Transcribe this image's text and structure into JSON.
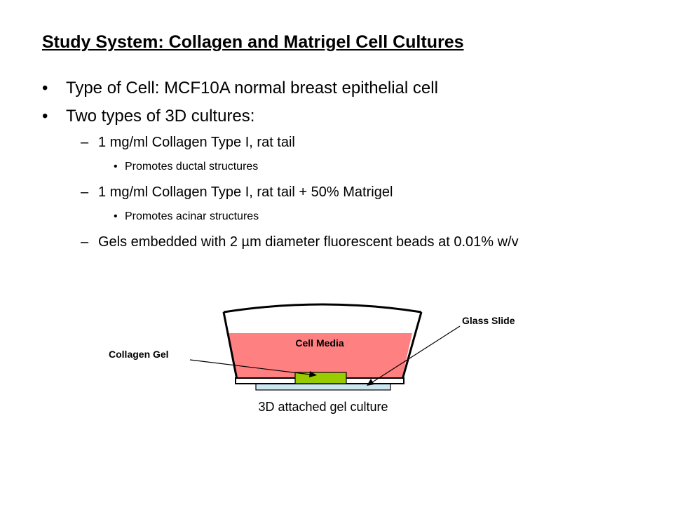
{
  "slide": {
    "title": "Study System: Collagen and Matrigel Cell Cultures",
    "bullets": [
      "Type of Cell: MCF10A normal breast epithelial cell",
      "Two types of 3D cultures:"
    ],
    "sub_items": [
      "1 mg/ml Collagen Type I, rat tail",
      "Promotes ductal structures",
      "1 mg/ml Collagen Type I, rat tail + 50% Matrigel",
      "Promotes acinar structures",
      "Gels embedded with 2 µm diameter fluorescent beads at 0.01% w/v"
    ]
  },
  "diagram": {
    "labels": {
      "cell_media": "Cell Media",
      "collagen_gel": "Collagen Gel",
      "glass_slide": "Glass Slide",
      "caption": "3D attached gel culture"
    },
    "colors": {
      "media": "#ff8080",
      "gel": "#99cc00",
      "slide": "#cce6f0"
    }
  }
}
